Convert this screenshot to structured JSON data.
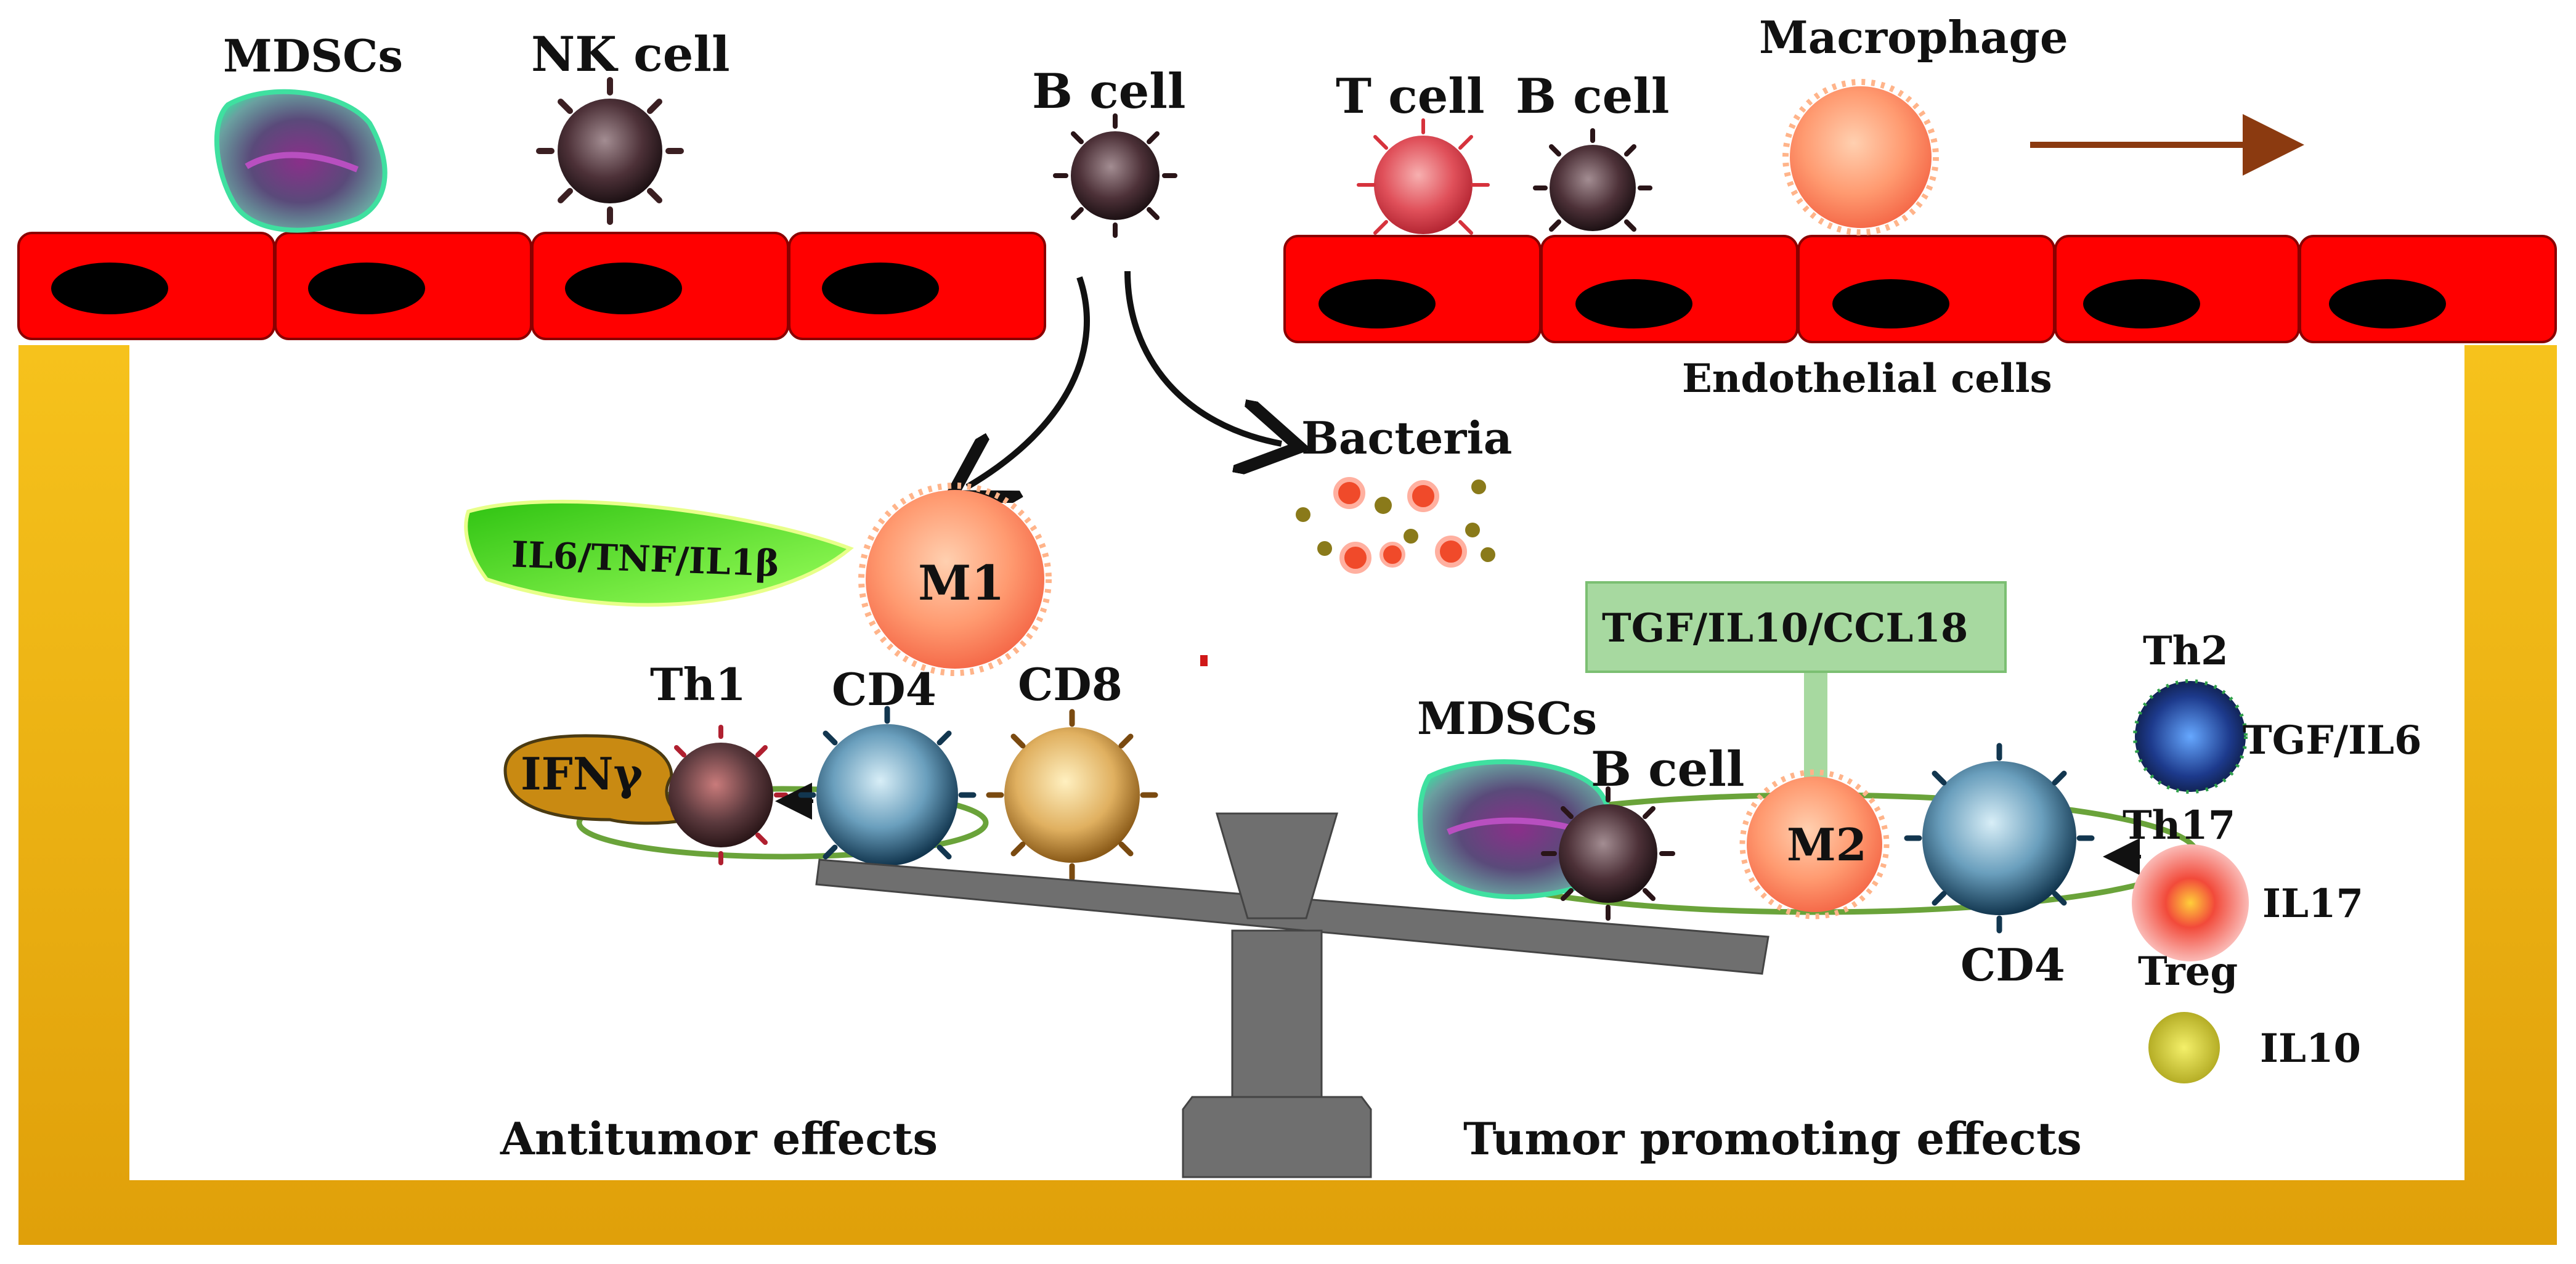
{
  "vessel": {
    "left_labels": [
      "MDSCs",
      "NK cell"
    ],
    "top_center_label": "B cell",
    "right_labels": [
      "T cell",
      "B cell",
      "Macrophage"
    ],
    "endothelial_label": "Endothelial cells",
    "bacteria_label": "Bacteria"
  },
  "antitumor": {
    "cytokine_leaf": "IL6/TNF/IL1β",
    "m1_label": "M1",
    "ifn_label": "IFNγ",
    "th1_label": "Th1",
    "cd4_label": "CD4",
    "cd8_label": "CD8",
    "footer": "Antitumor effects"
  },
  "promoting": {
    "cytokine_box": "TGF/IL10/CCL18",
    "mdsc_label": "MDSCs",
    "bcell_label": "B cell",
    "m2_label": "M2",
    "cd4_label": "CD4",
    "th2_label": "Th2",
    "th2_cytokine": "TGF/IL6",
    "th17_label": "Th17",
    "th17_cytokine": "IL17",
    "treg_label": "Treg",
    "treg_cytokine": "IL10",
    "footer": "Tumor promoting effects"
  },
  "colors": {
    "frame": "#f2b21a",
    "endothelium": "#ff0000",
    "nucleus": "#000000",
    "scale": "#6f6f6f",
    "leaf": "#4fd61c",
    "box": "#a7d9a0",
    "ifn": "#c98a12",
    "loop": "#6aa33a",
    "arrow_brown": "#8b3a10"
  }
}
